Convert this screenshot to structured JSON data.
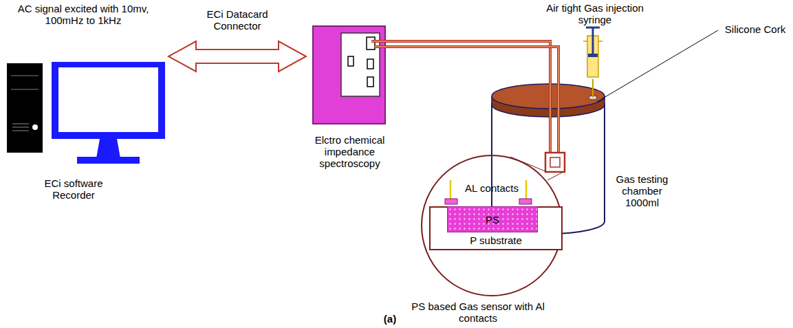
{
  "diagram": {
    "caption": "(a)",
    "nodes": [
      {
        "text": [
          "AL contacts"
        ]
      },
      {
        "text": [
          "P substrate"
        ],
        "in": 0
      },
      {
        "text": [
          "PS"
        ],
        "in": 1
      }
    ],
    "labels": [
      "AC signal excited with 10mv, 100mHz to 1kHz",
      "ECi Datacard Connector",
      "ECi software Recorder",
      "Elctro chemical impedance spectroscopy",
      "Air tight Gas injection syringe",
      "Silicone Cork",
      "Gas testing chamber 1000ml",
      "PS based Gas sensor with Al contacts"
    ]
  }
}
